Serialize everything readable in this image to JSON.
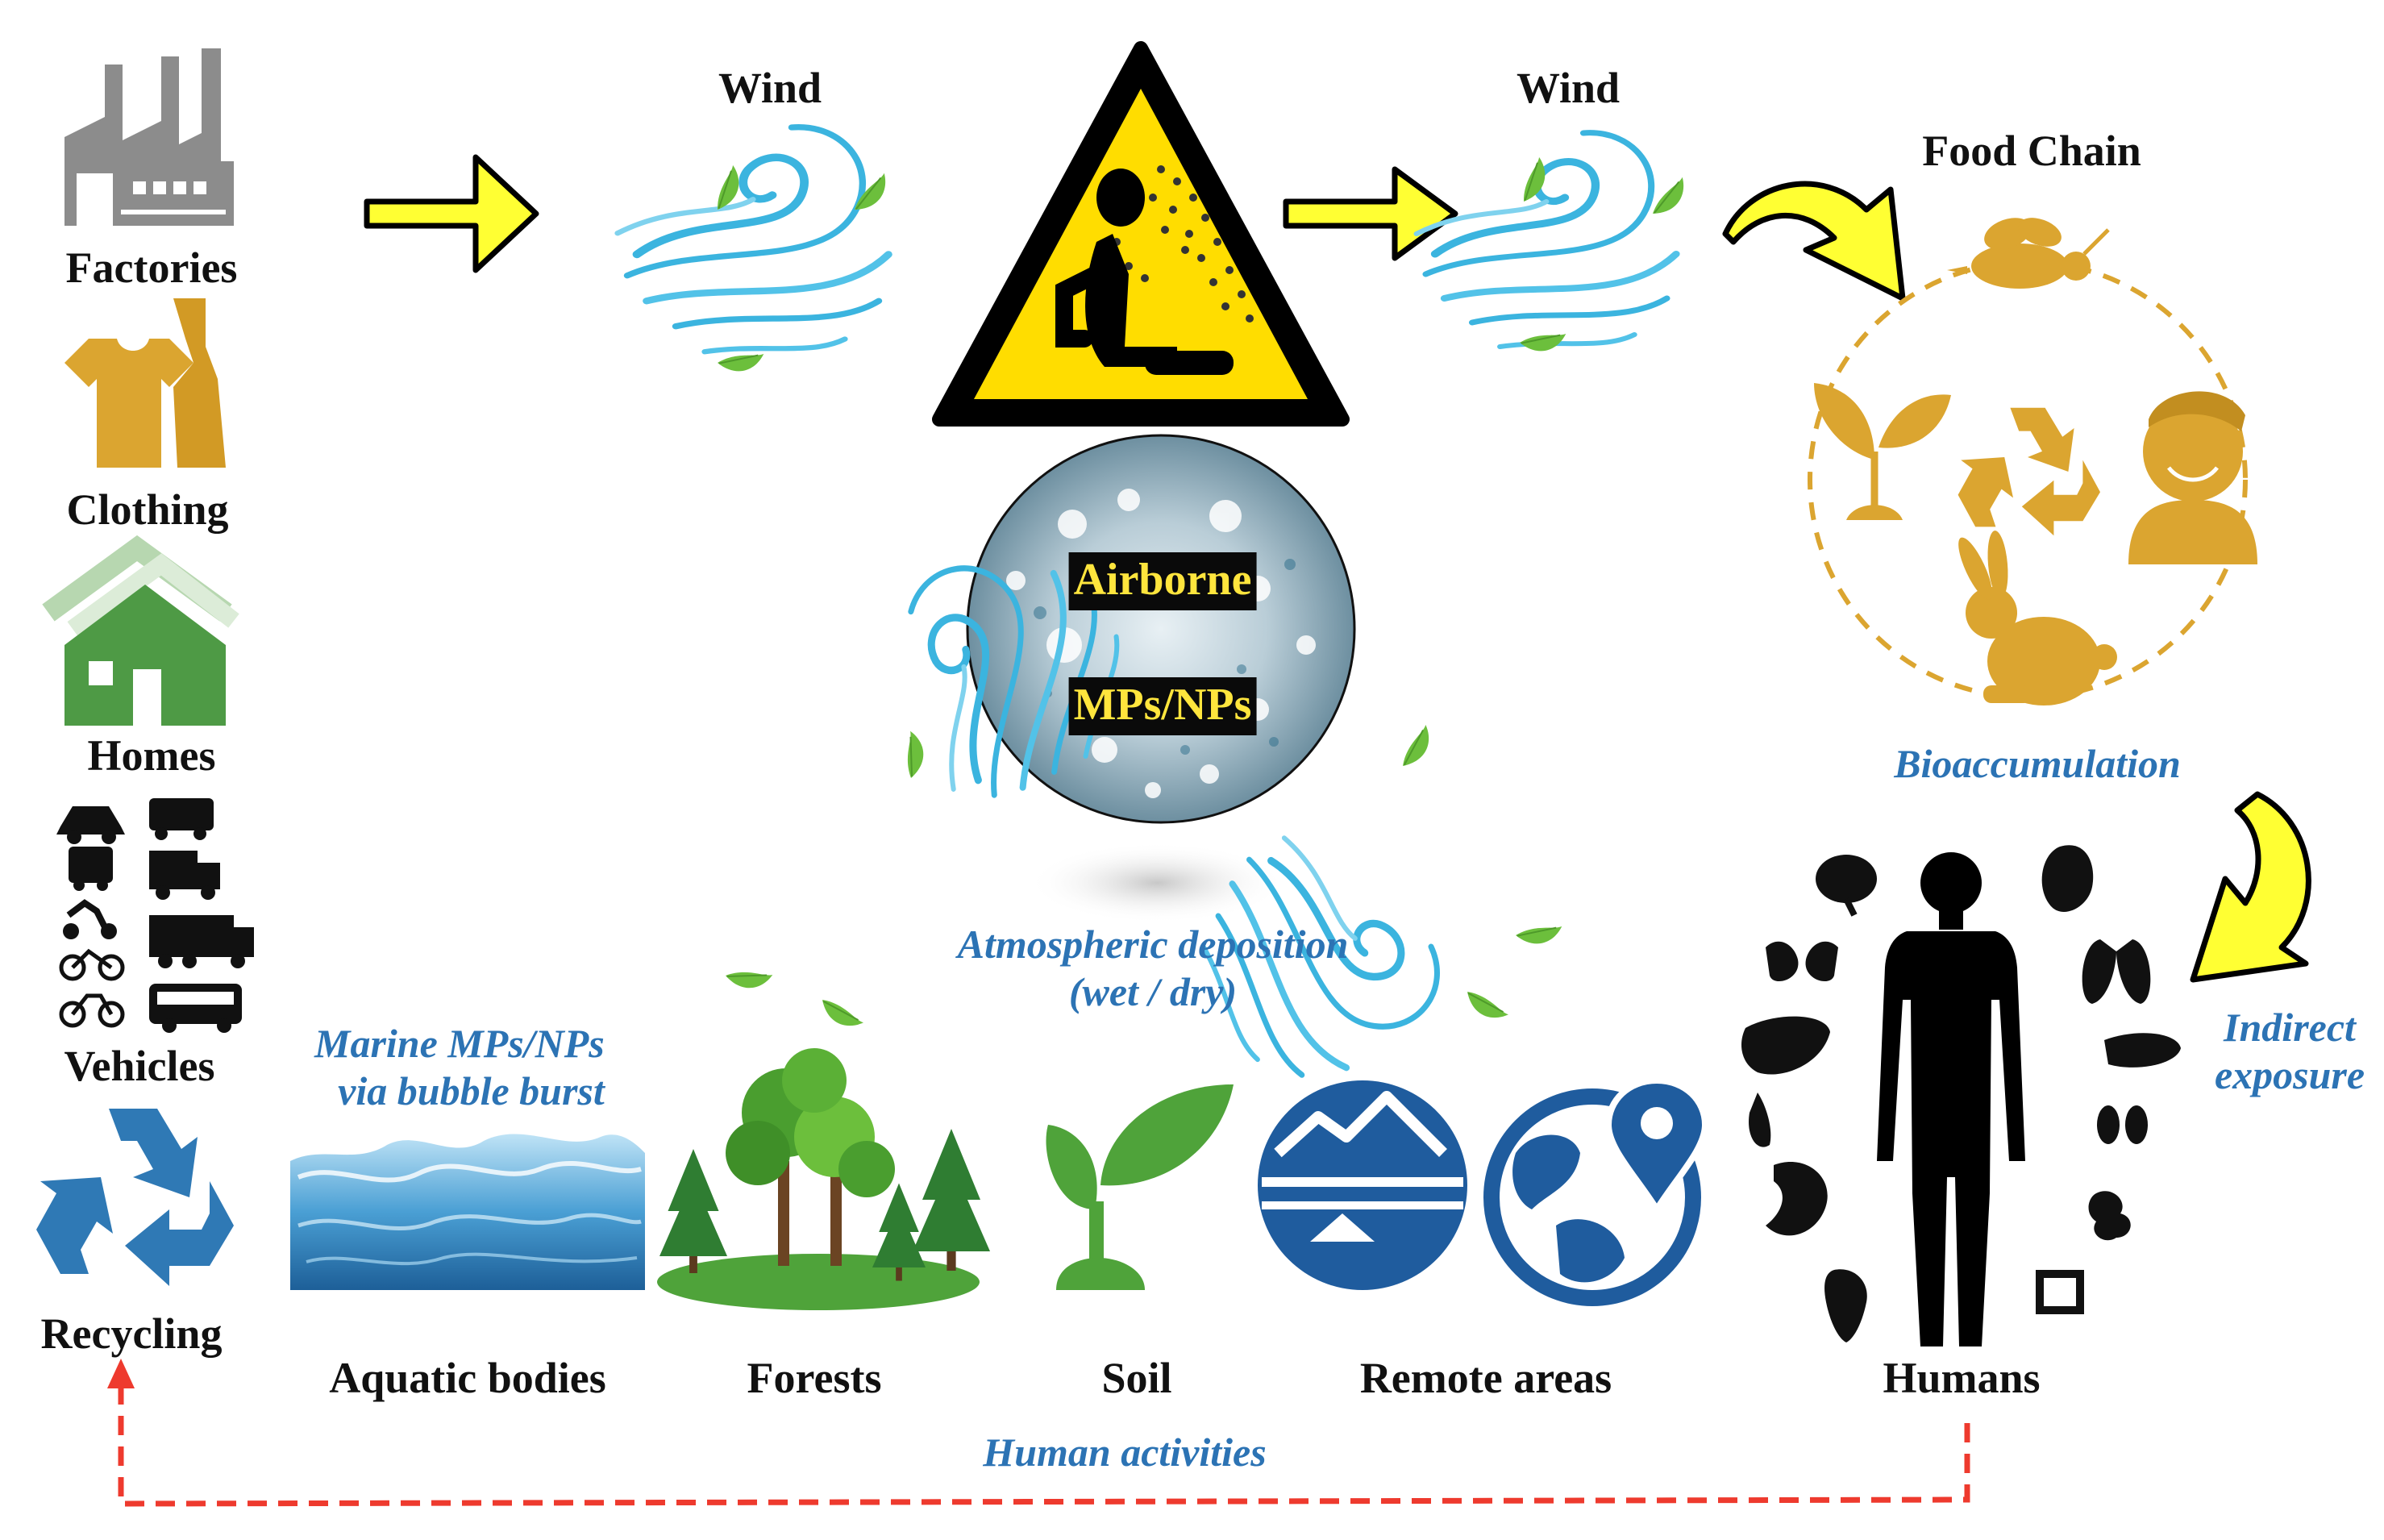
{
  "sources": {
    "factories": "Factories",
    "clothing": "Clothing",
    "homes": "Homes",
    "vehicles": "Vehicles",
    "recycling": "Recycling"
  },
  "wind_left": "Wind",
  "wind_right": "Wind",
  "center": {
    "line1": "Airborne",
    "line2": "MPs/NPs"
  },
  "deposition": {
    "line1": "Atmospheric deposition",
    "line2": "(wet / dry)"
  },
  "marine": {
    "line1": "Marine MPs/NPs",
    "line2": "via bubble burst"
  },
  "food_chain": "Food Chain",
  "bioaccumulation": "Bioaccumulation",
  "indirect": {
    "line1": "Indirect",
    "line2": "exposure"
  },
  "sinks": {
    "aquatic": "Aquatic bodies",
    "forests": "Forests",
    "soil": "Soil",
    "remote": "Remote areas",
    "humans": "Humans"
  },
  "human_activities": "Human activities",
  "colors": {
    "arrow_fill": "#ffff33",
    "food_chain_icons": "#dba530",
    "wind": "#3bb4df",
    "leaf": "#6cbf3c",
    "italic_text": "#2c73b4",
    "loop_dash": "#ee3a2e",
    "remote_icons": "#1f5c9e",
    "homes": "#4e9a45",
    "recycling": "#2f79b5"
  }
}
